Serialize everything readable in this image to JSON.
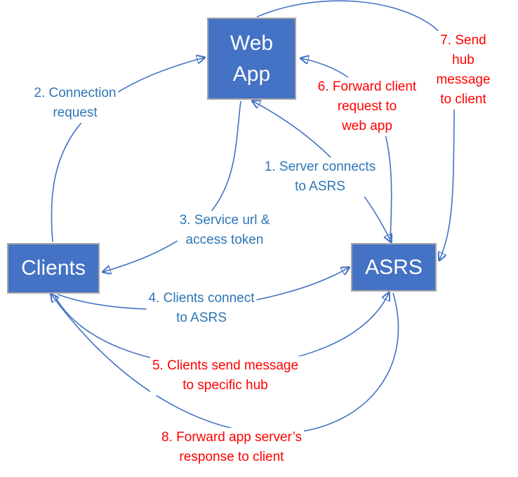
{
  "diagram": {
    "colors": {
      "background": "#FFFFFF",
      "node_fill": "#4472C4",
      "node_border": "#A6A6A6",
      "node_text": "#FFFFFF",
      "arrow": "#4472C4",
      "label_blue": "#2E75B6",
      "label_red": "#FF0000"
    },
    "nodes": [
      {
        "id": "web-app",
        "label": "Web\nApp"
      },
      {
        "id": "clients",
        "label": "Clients"
      },
      {
        "id": "asrs",
        "label": "ASRS"
      }
    ],
    "steps": [
      {
        "num": 1,
        "label": "1. Server connects\nto ASRS",
        "color": "blue",
        "from": "web-app",
        "to": "asrs",
        "bidirectional": true
      },
      {
        "num": 2,
        "label": "2. Connection\nrequest",
        "color": "blue",
        "from": "clients",
        "to": "web-app",
        "bidirectional": false
      },
      {
        "num": 3,
        "label": "3. Service url &\naccess token",
        "color": "blue",
        "from": "web-app",
        "to": "clients",
        "bidirectional": false
      },
      {
        "num": 4,
        "label": "4. Clients connect\nto ASRS",
        "color": "blue",
        "from": "clients",
        "to": "asrs",
        "bidirectional": false
      },
      {
        "num": 5,
        "label": "5. Clients send message\nto specific hub",
        "color": "red",
        "from": "clients",
        "to": "asrs",
        "bidirectional": false
      },
      {
        "num": 6,
        "label": "6. Forward client\nrequest to\nweb app",
        "color": "red",
        "from": "asrs",
        "to": "web-app",
        "bidirectional": false
      },
      {
        "num": 7,
        "label": "7. Send hub\nmessage\nto client",
        "color": "red",
        "from": "web-app",
        "to": "asrs",
        "bidirectional": false
      },
      {
        "num": 8,
        "label": "8. Forward app server’s\nresponse to client",
        "color": "red",
        "from": "asrs",
        "to": "clients",
        "bidirectional": false
      }
    ]
  }
}
